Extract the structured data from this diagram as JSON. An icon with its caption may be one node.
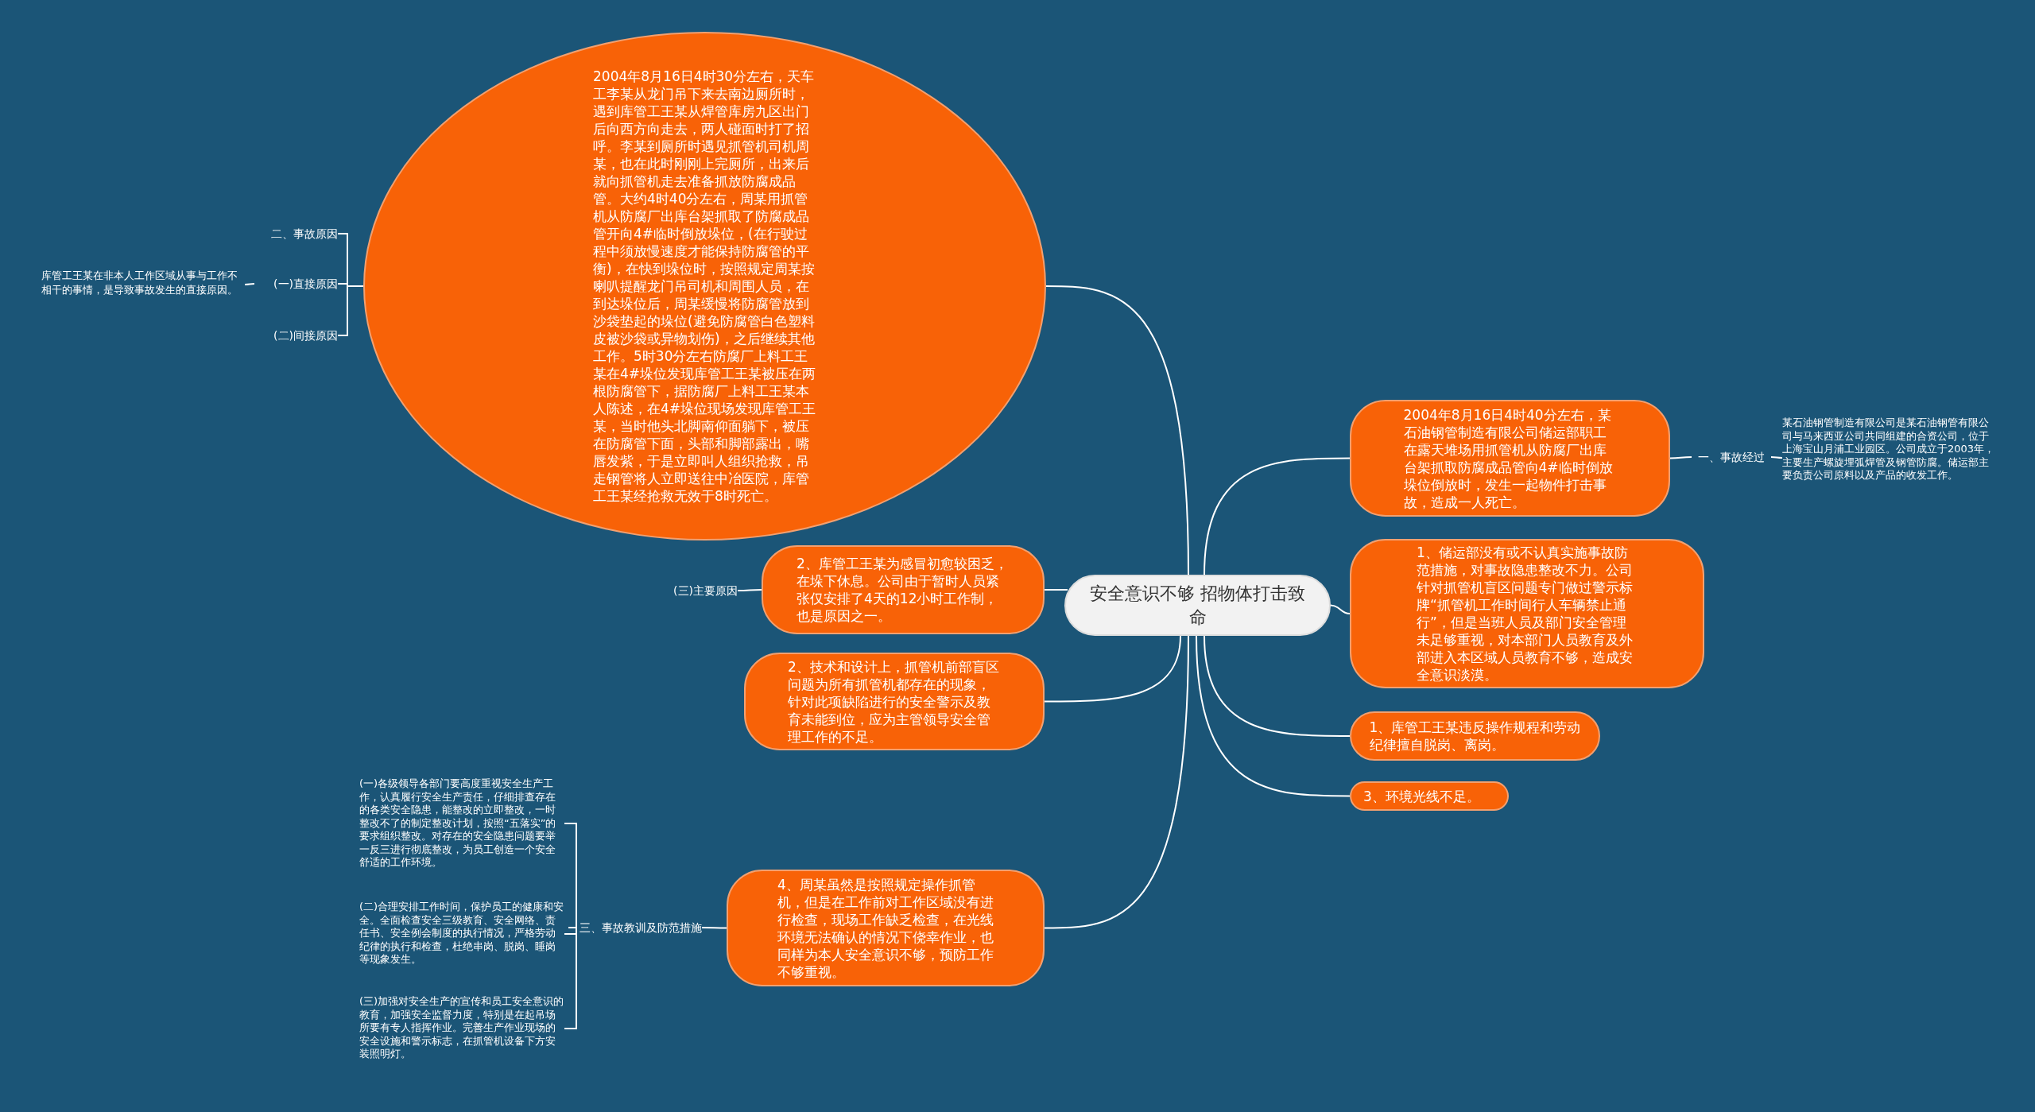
{
  "diagram": {
    "nodes": [
      {
        "text": [
          "安全意识不够 招物体打击致命"
        ]
      },
      {
        "text": [
          "2004年8月16日4时30分左右，天车工李某从龙门吊下来去南边厕所时，遇到库管工王某从焊管库房九区出门后向西方向走去，两人碰面时打了招呼。李某到厕所时遇见抓管机司机周某，也在此时刚刚上完厕所，出来后就向抓管机走去准备抓放防腐成品管。大约4时40分左右，周某用抓管机从防腐厂出库台架抓取了防腐成品管开向4#临时倒放垛位，(在行驶过程中须放慢速度才能保持防腐管的平衡)，在快到垛位时，按照规定周某按喇叭提醒龙门吊司机和周围人员，在到达垛位后，周某缓慢将防腐管放到沙袋垫起的垛位(避免防腐管白色塑料皮被沙袋或异物划伤)，之后继续其他工作。5时30分左右防腐厂上料工王某在4#垛位发现库管工王某被压在两根防腐管下，据防腐厂上料工王某本人陈述，在4#垛位现场发现库管工王某，当时他头北脚南仰面躺下，被压在防腐管下面，头部和脚部露出，嘴唇发紫，于是立即叫人组织抢救，吊走钢管将人立即送往中冶医院，库管工王某经抢救无效于8时死亡。"
        ]
      },
      {
        "text": [
          "二、事故原因"
        ]
      },
      {
        "text": [
          "(一)直接原因"
        ]
      },
      {
        "text": [
          "(二)间接原因"
        ]
      },
      {
        "text": [
          "库管工王某在非本人工作区域从事与工作不相干的事情，是导致事故发生的直接原因。"
        ]
      },
      {
        "text": [
          "2、库管工王某为感冒初愈较困乏，在垛下休息。公司由于暂时人员紧张仅安排了4天的12小时工作制，也是原因之一。"
        ]
      },
      {
        "text": [
          "(三)主要原因"
        ]
      },
      {
        "text": [
          "2、技术和设计上，抓管机前部盲区问题为所有抓管机都存在的现象，针对此项缺陷进行的安全警示及教育未能到位，应为主管领导安全管理工作的不足。"
        ]
      },
      {
        "text": [
          "4、周某虽然是按照规定操作抓管机，但是在工作前对工作区域没有进行检查，现场工作缺乏检查，在光线环境无法确认的情况下侥幸作业，也同样为本人安全意识不够，预防工作不够重视。"
        ]
      },
      {
        "text": [
          "三、事故教训及防范措施"
        ]
      },
      {
        "text": [
          "(一)各级领导各部门要高度重视安全生产工作，认真履行安全生产责任，仔细排查存在的各类安全隐患，能整改的立即整改，一时整改不了的制定整改计划，按照“五落实”的要求组织整改。对存在的安全隐患问题要举一反三进行彻底整改，为员工创造一个安全舒适的工作环境。"
        ]
      },
      {
        "text": [
          "(二)合理安排工作时间，保护员工的健康和安全。全面检查安全三级教育、安全网络、责任书、安全例会制度的执行情况，严格劳动纪律的执行和检查，杜绝串岗、脱岗、睡岗等现象发生。"
        ]
      },
      {
        "text": [
          "(三)加强对安全生产的宣传和员工安全意识的教育，加强安全监督力度，特别是在起吊场所要有专人指挥作业。完善生产作业现场的安全设施和警示标志，在抓管机设备下方安装照明灯。"
        ]
      },
      {
        "text": [
          "2004年8月16日4时40分左右，某石油钢管制造有限公司储运部职工在露天堆场用抓管机从防腐厂出库台架抓取防腐成品管向4#临时倒放垛位倒放时，发生一起物件打击事故，造成一人死亡。"
        ]
      },
      {
        "text": [
          "一、事故经过"
        ]
      },
      {
        "text": [
          "某石油钢管制造有限公司是某石油钢管有限公司与马来西亚公司共同组建的合资公司，位于上海宝山月浦工业园区。公司成立于2003年，主要生产螺旋埋弧焊管及钢管防腐。储运部主要负责公司原料以及产品的收发工作。"
        ]
      },
      {
        "text": [
          "1、储运部没有或不认真实施事故防范措施，对事故隐患整改不力。公司针对抓管机盲区问题专门做过警示标牌“抓管机工作时间行人车辆禁止通行”，但是当班人员及部门安全管理未足够重视，对本部门人员教育及外部进入本区域人员教育不够，造成安全意识淡漠。"
        ]
      },
      {
        "text": [
          "1、库管工王某违反操作规程和劳动纪律擅自脱岗、离岗。"
        ]
      },
      {
        "text": [
          "3、环境光线不足。"
        ]
      }
    ],
    "edges": [
      {
        "from": 0,
        "to": 1,
        "arrow": "none"
      },
      {
        "from": 1,
        "to": 2,
        "arrow": "none"
      },
      {
        "from": 1,
        "to": 3,
        "arrow": "none"
      },
      {
        "from": 1,
        "to": 4,
        "arrow": "none"
      },
      {
        "from": 3,
        "to": 5,
        "arrow": "none"
      },
      {
        "from": 0,
        "to": 6,
        "arrow": "none"
      },
      {
        "from": 6,
        "to": 7,
        "arrow": "none"
      },
      {
        "from": 0,
        "to": 8,
        "arrow": "none"
      },
      {
        "from": 0,
        "to": 9,
        "arrow": "none"
      },
      {
        "from": 9,
        "to": 10,
        "arrow": "none"
      },
      {
        "from": 10,
        "to": 11,
        "arrow": "none"
      },
      {
        "from": 10,
        "to": 12,
        "arrow": "none"
      },
      {
        "from": 10,
        "to": 13,
        "arrow": "none"
      },
      {
        "from": 0,
        "to": 14,
        "arrow": "none"
      },
      {
        "from": 14,
        "to": 15,
        "arrow": "none"
      },
      {
        "from": 15,
        "to": 16,
        "arrow": "none"
      },
      {
        "from": 0,
        "to": 17,
        "arrow": "none"
      },
      {
        "from": 0,
        "to": 18,
        "arrow": "none"
      },
      {
        "from": 0,
        "to": 19,
        "arrow": "none"
      }
    ]
  }
}
